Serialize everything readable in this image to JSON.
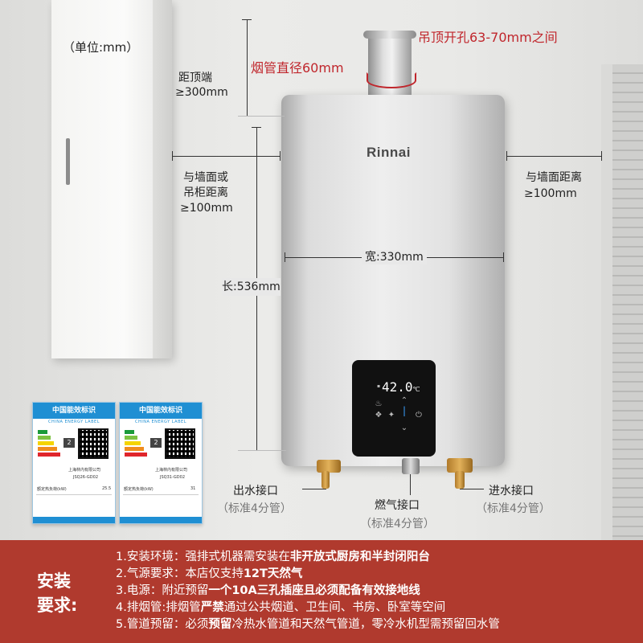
{
  "unit_label": "（单位:mm）",
  "brand": "Rinnai",
  "display_temp": "42.0",
  "display_unit": "℃",
  "dimensions": {
    "ceiling_hole": "吊顶开孔63-70mm之间",
    "flue_diameter": "烟管直径60mm",
    "top_clearance_l1": "距顶端",
    "top_clearance_l2": "≥300mm",
    "left_clearance_l1": "与墙面或",
    "left_clearance_l2": "吊柜距离",
    "left_clearance_l3": "≥100mm",
    "right_clearance_l1": "与墙面距离",
    "right_clearance_l2": "≥100mm",
    "width": "宽:330mm",
    "length": "长:536mm"
  },
  "connectors": {
    "water_out": "出水接口",
    "water_out_spec": "（标准4分管）",
    "gas": "燃气接口",
    "gas_spec": "（标准4分管）",
    "water_in": "进水接口",
    "water_in_spec": "（标准4分管）"
  },
  "energy_labels": [
    {
      "title": "中国能效标识",
      "subtitle": "CHINA ENERGY LABEL",
      "grade": "2",
      "maker": "上海林内有限公司",
      "model": "JSQ26-GD02",
      "row1_label": "额定热负荷(kW)",
      "row1_value": "25.5"
    },
    {
      "title": "中国能效标识",
      "subtitle": "CHINA ENERGY LABEL",
      "grade": "2",
      "maker": "上海林内有限公司",
      "model": "JSQ31-GD02",
      "row1_label": "额定热负荷(kW)",
      "row1_value": "31"
    }
  ],
  "requirements": {
    "title_l1": "安装",
    "title_l2": "要求:",
    "items": [
      {
        "prefix": "1.安装环境：强排式机器需安装在",
        "bold": "非开放式厨房和半封闭阳台",
        "suffix": ""
      },
      {
        "prefix": "2.气源要求：本店仅支持",
        "bold": "12T天然气",
        "suffix": ""
      },
      {
        "prefix": "3.电源：附近预留",
        "bold": "一个10A三孔插座且必须配备有效接地线",
        "suffix": ""
      },
      {
        "prefix": "4.排烟管:排烟管",
        "bold": "严禁",
        "suffix": "通过公共烟道、卫生间、书房、卧室等空间"
      },
      {
        "prefix": "5.管道预留：必须",
        "bold": "预留",
        "suffix": "冷热水管道和天然气管道，零冷水机型需预留回水管"
      }
    ]
  },
  "colors": {
    "accent_red": "#c0262c",
    "footer_bg": "#b03a2e",
    "label_blue": "#1f8fd3"
  }
}
